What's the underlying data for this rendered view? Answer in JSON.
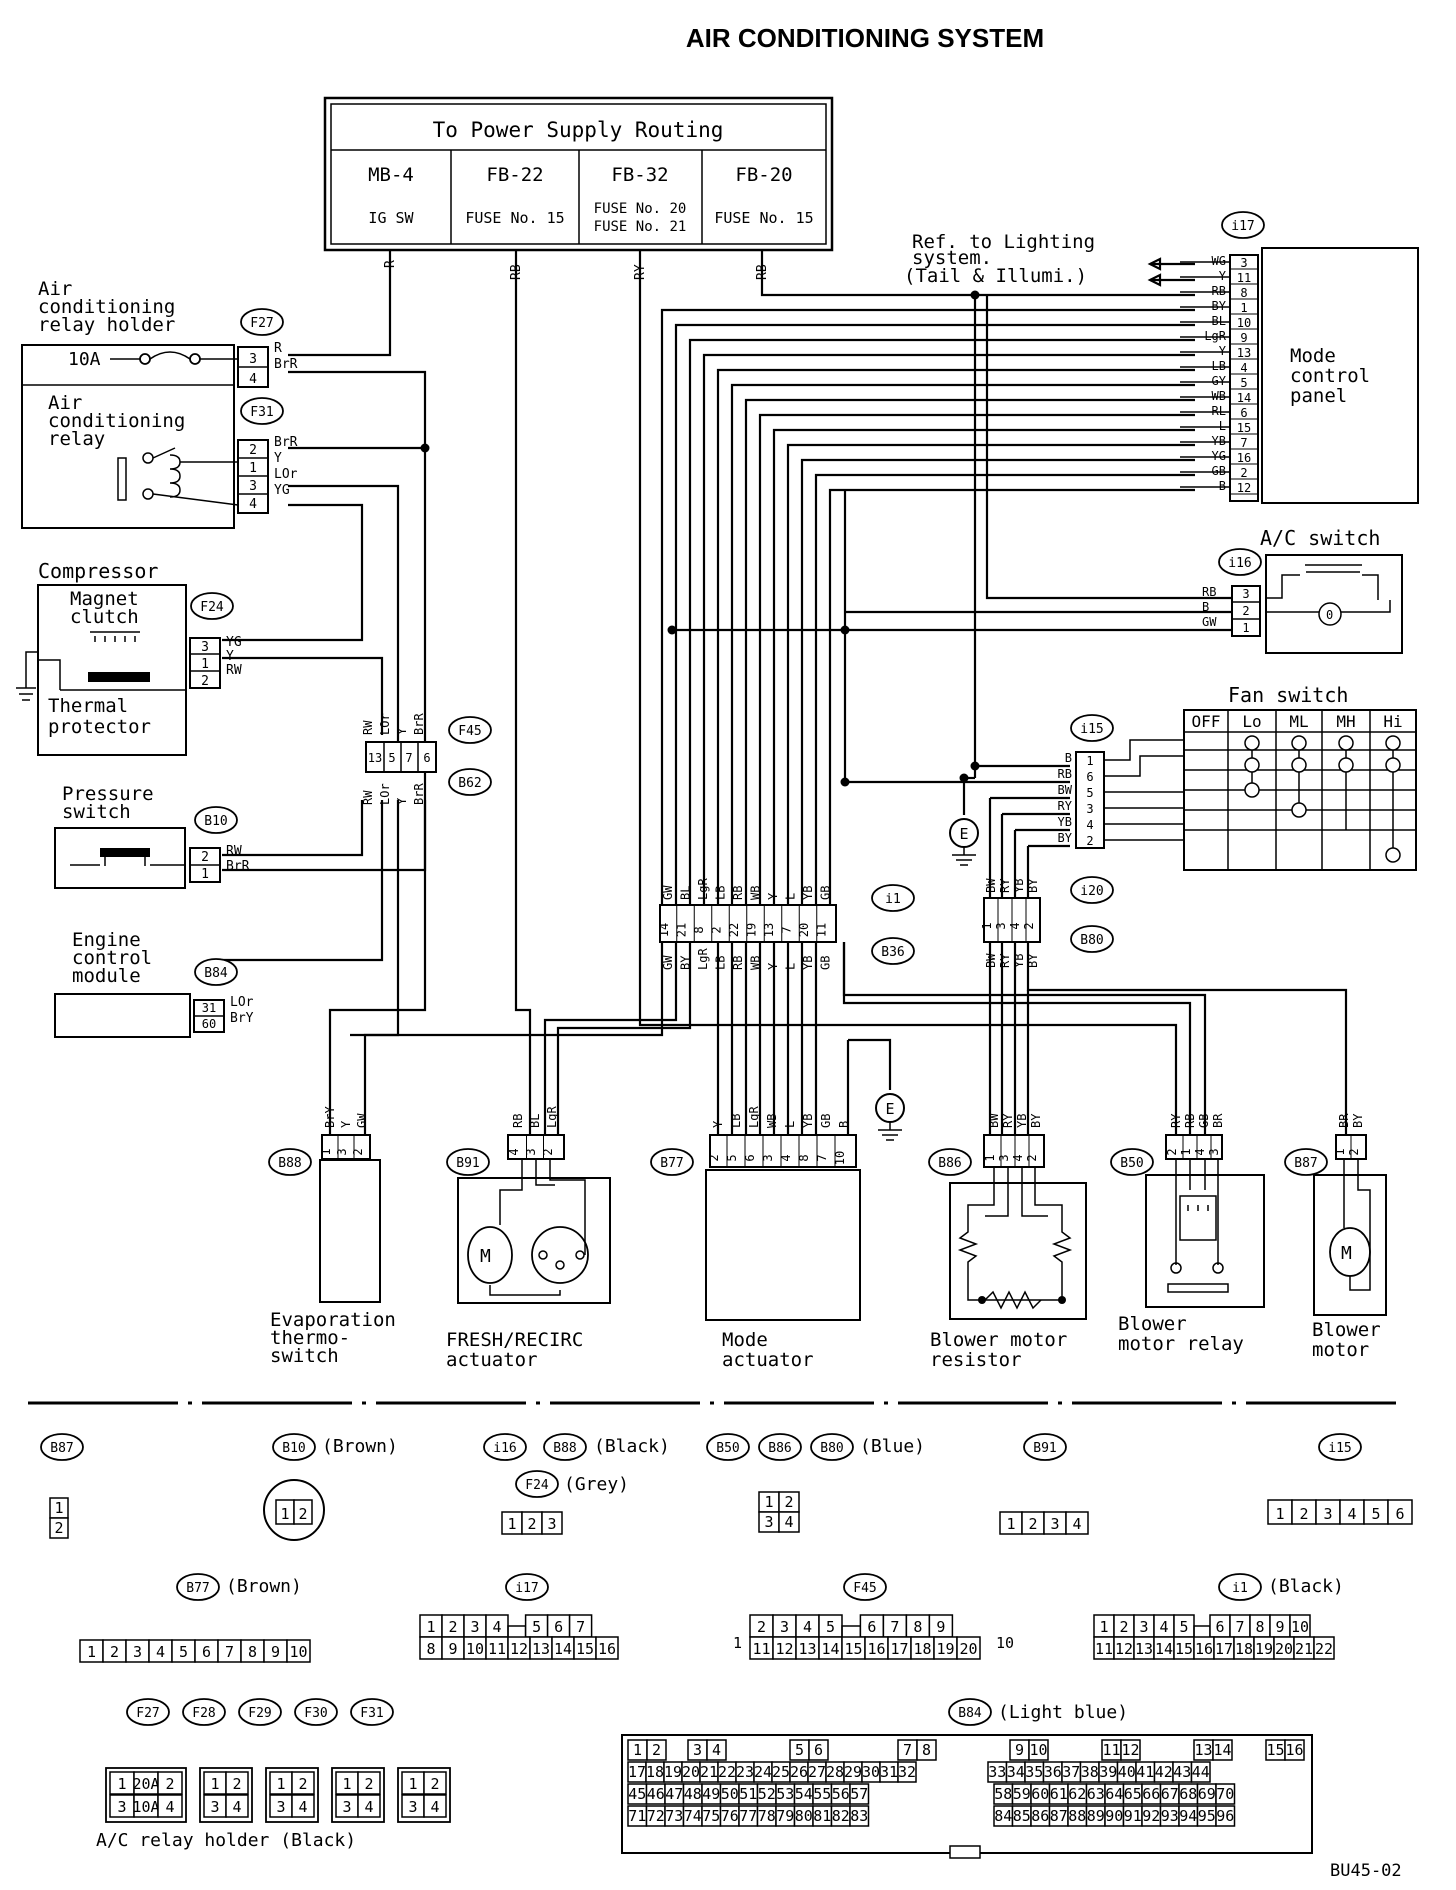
{
  "title": "AIR CONDITIONING SYSTEM",
  "figure_code": "BU45-02",
  "power_supply": {
    "header": "To Power Supply Routing",
    "columns": [
      {
        "code": "MB-4",
        "desc": "IG SW",
        "wire": "R"
      },
      {
        "code": "FB-22",
        "desc": "FUSE No. 15",
        "wire": "RB"
      },
      {
        "code": "FB-32",
        "desc": "FUSE No. 20",
        "desc2": "FUSE No. 21",
        "wire": "RY"
      },
      {
        "code": "FB-20",
        "desc": "FUSE No. 15",
        "wire": "RB"
      }
    ]
  },
  "components": {
    "relay_holder": {
      "label": [
        "Air",
        "conditioning",
        "relay holder"
      ],
      "connector": "F27",
      "fuse": "10A",
      "wires": [
        "R",
        "BrR"
      ],
      "pins": [
        "3",
        "4"
      ]
    },
    "ac_relay": {
      "label": [
        "Air",
        "conditioning",
        "relay"
      ],
      "connector": "F31",
      "pins": [
        "2",
        "1",
        "3",
        "4"
      ],
      "wires": [
        "BrR",
        "Y",
        "LOr",
        "YG"
      ]
    },
    "compressor": {
      "label": "Compressor",
      "clutch": [
        "Magnet",
        "clutch"
      ],
      "thermal": [
        "Thermal",
        "protector"
      ],
      "connector": "F24",
      "pins": [
        "3",
        "1",
        "2"
      ],
      "wires": [
        "YG",
        "Y",
        "RW"
      ]
    },
    "junction": {
      "connectors": [
        "F45",
        "B62"
      ],
      "top_wires": [
        "RW",
        "LOr",
        "Y",
        "BrR"
      ],
      "top_pins": [
        "13",
        "5",
        "7",
        "6"
      ],
      "bottom_wires": [
        "RW",
        "LOr",
        "Y",
        "BrR"
      ]
    },
    "pressure_switch": {
      "label": [
        "Pressure",
        "switch"
      ],
      "connector": "B10",
      "pins": [
        "2",
        "1"
      ],
      "wires": [
        "RW",
        "BrR"
      ]
    },
    "ecm": {
      "label": [
        "Engine",
        "control",
        "module"
      ],
      "connector": "B84",
      "pins": [
        "31",
        "60"
      ],
      "wires": [
        "LOr",
        "BrY"
      ]
    },
    "lighting_ref": [
      "Ref. to Lighting",
      "system.",
      "(Tail & Illumi.)"
    ],
    "mode_panel": {
      "label": [
        "Mode",
        "control",
        "panel"
      ],
      "connector": "i17",
      "wires": [
        "WG",
        "Y",
        "RB",
        "BY",
        "BL",
        "LgR",
        "Y",
        "LB",
        "GY",
        "WB",
        "RL",
        "L",
        "YB",
        "YG",
        "GB",
        "B"
      ],
      "pins": [
        "3",
        "11",
        "8",
        "1",
        "10",
        "9",
        "13",
        "4",
        "5",
        "14",
        "6",
        "15",
        "7",
        "16",
        "2",
        "12"
      ]
    },
    "ac_switch": {
      "label": "A/C switch",
      "connector": "i16",
      "wires": [
        "RB",
        "B",
        "GW"
      ],
      "pins": [
        "3",
        "2",
        "1"
      ]
    },
    "fan_switch": {
      "label": "Fan switch",
      "connector": "i15",
      "headers": [
        "OFF",
        "Lo",
        "ML",
        "MH",
        "Hi"
      ],
      "wires": [
        "B",
        "RB",
        "BW",
        "RY",
        "YB",
        "BY"
      ],
      "pins": [
        "1",
        "6",
        "5",
        "3",
        "4",
        "2"
      ]
    },
    "ground": "E",
    "i1": {
      "connectors": [
        "i1",
        "B36"
      ],
      "top_wires": [
        "GW",
        "BL",
        "LgR",
        "LB",
        "RB",
        "WB",
        "Y",
        "L",
        "YB",
        "GB"
      ],
      "bottom_wires": [
        "GW",
        "BY",
        "LgR",
        "LB",
        "RB",
        "WB",
        "Y",
        "L",
        "YB",
        "GB"
      ],
      "pins": [
        "14",
        "21",
        "8",
        "2",
        "22",
        "19",
        "13",
        "7",
        "20",
        "11"
      ]
    },
    "i20": {
      "connectors": [
        "i20",
        "B80"
      ],
      "top_wires": [
        "BW",
        "RY",
        "YB",
        "BY"
      ],
      "bottom_wires": [
        "BW",
        "RY",
        "YB",
        "BY"
      ],
      "pins": [
        "1",
        "3",
        "4",
        "2"
      ]
    },
    "evap": {
      "label": [
        "Evaporation",
        "thermo-",
        "switch"
      ],
      "connector": "B88",
      "wires": [
        "BrY",
        "Y",
        "GW"
      ],
      "pins": [
        "1",
        "3",
        "2"
      ]
    },
    "fresh": {
      "label": [
        "FRESH/RECIRC",
        "actuator"
      ],
      "connector": "B91",
      "wires": [
        "RB",
        "BL",
        "LgR"
      ],
      "pins": [
        "4",
        "3",
        "2"
      ]
    },
    "mode_act": {
      "label": [
        "Mode",
        "actuator"
      ],
      "connector": "B77",
      "wires": [
        "Y",
        "LB",
        "LgR",
        "WB",
        "L",
        "YB",
        "GB",
        "B"
      ],
      "pins": [
        "2",
        "5",
        "6",
        "3",
        "4",
        "8",
        "7",
        "10"
      ]
    },
    "blower_res": {
      "label": [
        "Blower motor",
        "resistor"
      ],
      "connector": "B86",
      "wires": [
        "BW",
        "RY",
        "YB",
        "BY"
      ],
      "pins": [
        "1",
        "3",
        "4",
        "2"
      ]
    },
    "blower_relay": {
      "label": [
        "Blower",
        "motor relay"
      ],
      "connector": "B50",
      "wires": [
        "RY",
        "RB",
        "GB",
        "BR"
      ],
      "pins": [
        "2",
        "1",
        "4",
        "3"
      ]
    },
    "blower_motor": {
      "label": [
        "Blower",
        "motor"
      ],
      "connector": "B87",
      "wires": [
        "BR",
        "BY"
      ],
      "pins": [
        "1",
        "2"
      ]
    }
  },
  "legend": {
    "row1": [
      {
        "tags": [
          "B87"
        ],
        "note": "",
        "pins": [
          [
            "1"
          ],
          [
            "2"
          ]
        ]
      },
      {
        "tags": [
          "B10"
        ],
        "note": "(Brown)",
        "pins": [
          [
            "1",
            "2"
          ]
        ]
      },
      {
        "tags": [
          "i16",
          "B88"
        ],
        "note": "(Black)",
        "tags2": [
          "F24"
        ],
        "note2": "(Grey)",
        "pins": [
          [
            "1",
            "2",
            "3"
          ]
        ]
      },
      {
        "tags": [
          "B50",
          "B86",
          "B80"
        ],
        "note": "(Blue)",
        "pins": [
          [
            "1",
            "2"
          ],
          [
            "3",
            "4"
          ]
        ]
      },
      {
        "tags": [
          "B91"
        ],
        "note": "",
        "pins": [
          [
            "1",
            "2",
            "3",
            "4"
          ]
        ]
      },
      {
        "tags": [
          "i15"
        ],
        "note": "",
        "pins": [
          [
            "1",
            "2",
            "3",
            "4",
            "5",
            "6"
          ]
        ]
      }
    ],
    "row2": [
      {
        "tags": [
          "B77"
        ],
        "note": "(Brown)",
        "pins": [
          [
            "1",
            "2",
            "3",
            "4",
            "5",
            "6",
            "7",
            "8",
            "9",
            "10"
          ]
        ]
      },
      {
        "tags": [
          "i17"
        ],
        "note": "",
        "pins": [
          [
            "1",
            "2",
            "3",
            "4",
            "",
            "5",
            "6",
            "7"
          ],
          [
            "8",
            "9",
            "10",
            "11",
            "12",
            "13",
            "14",
            "15",
            "16"
          ]
        ]
      },
      {
        "tags": [
          "F45"
        ],
        "note": "",
        "pins": [
          [
            "2",
            "3",
            "4",
            "5",
            "",
            "6",
            "7",
            "8",
            "9"
          ],
          [
            "11",
            "12",
            "13",
            "14",
            "15",
            "16",
            "17",
            "18",
            "19",
            "20"
          ]
        ],
        "side": [
          "1",
          "10"
        ]
      },
      {
        "tags": [
          "i1"
        ],
        "note": "(Black)",
        "pins": [
          [
            "1",
            "2",
            "3",
            "4",
            "5",
            "",
            "6",
            "7",
            "8",
            "9",
            "10"
          ],
          [
            "11",
            "12",
            "13",
            "14",
            "15",
            "16",
            "17",
            "18",
            "19",
            "20",
            "21",
            "22"
          ]
        ]
      }
    ],
    "relay_holder": {
      "tags": [
        "F27",
        "F28",
        "F29",
        "F30",
        "F31"
      ],
      "caption": "A/C relay holder (Black)",
      "fuse": [
        "20A",
        "10A"
      ]
    },
    "b84": {
      "tags": [
        "B84"
      ],
      "note": "(Light blue)",
      "rows": [
        [
          "1",
          "2",
          "3",
          "4",
          "5",
          "6",
          "7",
          "8",
          "9",
          "10",
          "11",
          "12",
          "13",
          "14",
          "15",
          "16"
        ],
        [
          "17",
          "18",
          "19",
          "20",
          "21",
          "22",
          "23",
          "24",
          "25",
          "26",
          "27",
          "28",
          "29",
          "30",
          "31",
          "32",
          "33",
          "34",
          "35",
          "36",
          "37",
          "38",
          "39",
          "40",
          "41",
          "42",
          "43",
          "44"
        ],
        [
          "45",
          "46",
          "47",
          "48",
          "49",
          "50",
          "51",
          "52",
          "53",
          "54",
          "55",
          "56",
          "57",
          "58",
          "59",
          "60",
          "61",
          "62",
          "63",
          "64",
          "65",
          "66",
          "67",
          "68",
          "69",
          "70"
        ],
        [
          "71",
          "72",
          "73",
          "74",
          "75",
          "76",
          "77",
          "78",
          "79",
          "80",
          "81",
          "82",
          "83",
          "84",
          "85",
          "86",
          "87",
          "88",
          "89",
          "90",
          "91",
          "92",
          "93",
          "94",
          "95",
          "96"
        ]
      ]
    }
  }
}
